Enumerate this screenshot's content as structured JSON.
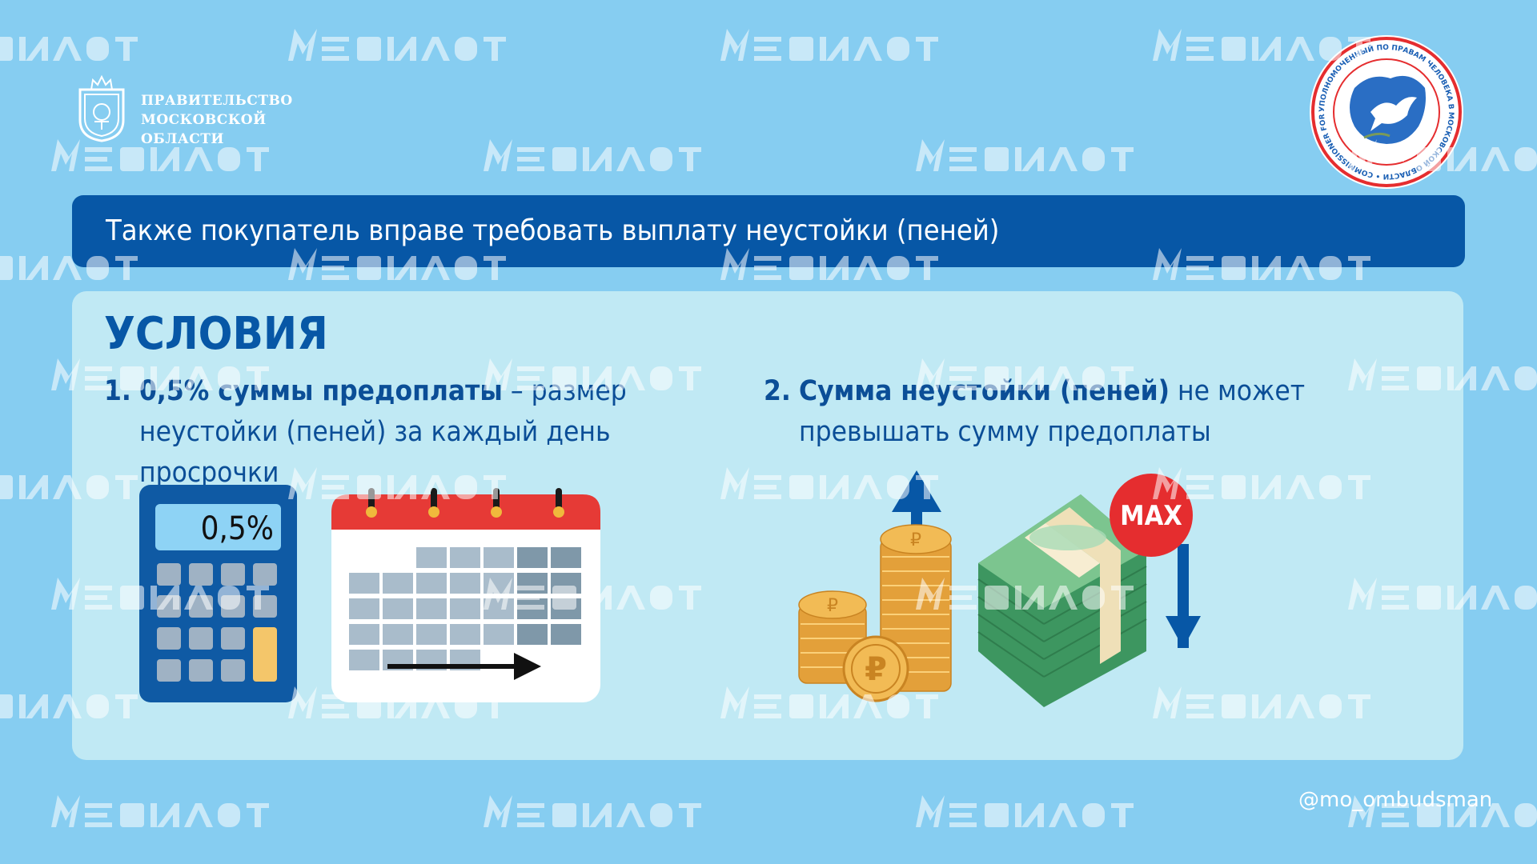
{
  "header": {
    "gov_lines": [
      "ПРАВИТЕЛЬСТВО",
      "МОСКОВСКОЙ",
      "ОБЛАСТИ"
    ],
    "ombudsman_ring_text": "УПОЛНОМОЧЕННЫЙ ПО ПРАВАМ ЧЕЛОВЕКА В МОСКОВСКОЙ ОБЛАСТИ • COMMISSIONER FOR HUMAN RIGHTS IN MOSCOW REGION •"
  },
  "banner": {
    "text": "Также покупатель вправе требовать выплату неустойки (пеней)"
  },
  "conditions": {
    "title": "УСЛОВИЯ",
    "items": [
      {
        "number": "1.",
        "bold": "0,5% суммы предоплаты",
        "rest": " – размер неустойки (пеней) за каждый день просрочки"
      },
      {
        "number": "2.",
        "bold": "Сумма неустойки (пеней)",
        "rest": " не может превышать сумму предоплаты"
      }
    ]
  },
  "illustrations": {
    "calculator_display": "0,5%",
    "max_badge": "MAX",
    "coin_symbol": "₽"
  },
  "footer": {
    "handle": "@mo_ombudsman"
  },
  "colors": {
    "background": "#86cdf1",
    "banner": "#0757a6",
    "panel": "#c0e9f4",
    "text_dark_blue": "#0b4e97",
    "badge_red": "#e52d2f",
    "calendar_red": "#e63a36",
    "coin_gold": "#e8a844",
    "cash_green": "#4ea86e"
  }
}
